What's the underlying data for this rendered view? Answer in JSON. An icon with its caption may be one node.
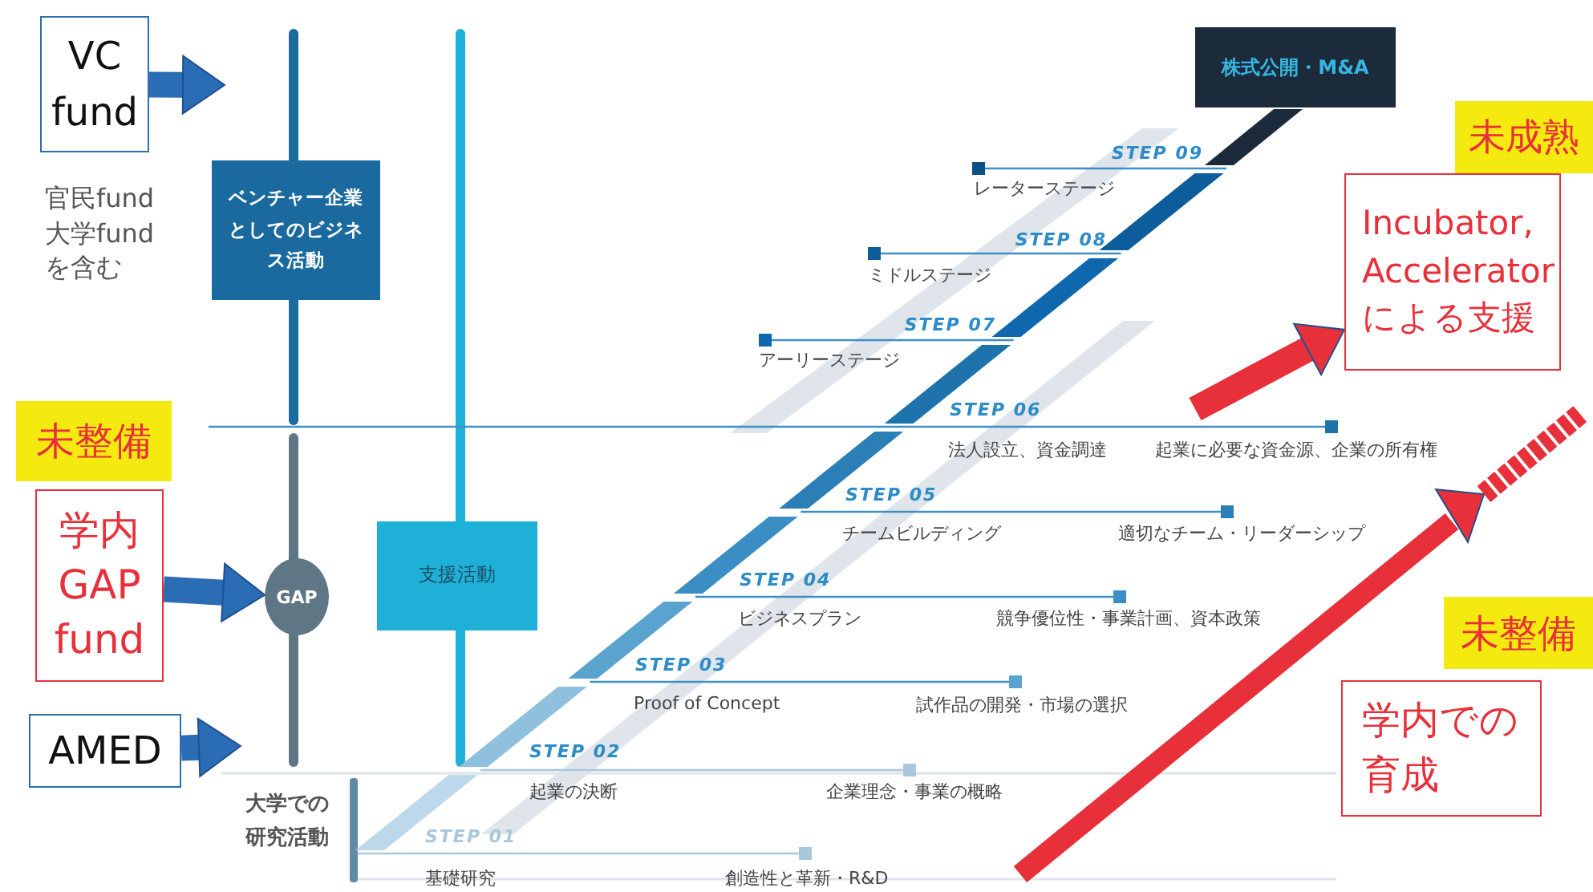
{
  "diagram": {
    "nodes": [
      {
        "text": [
          "VC fund"
        ]
      },
      {
        "text": [
          "ベンチャー企業としてのビジネス活動"
        ]
      },
      {
        "text": [
          "株式公開・M&A"
        ]
      },
      {
        "text": [
          "未成熟"
        ]
      },
      {
        "text": [
          "Incubator, Accelerator による支援"
        ]
      },
      {
        "text": [
          "未整備"
        ]
      },
      {
        "text": [
          "学内 GAP fund"
        ]
      },
      {
        "text": [
          "GAP"
        ]
      },
      {
        "text": [
          "支援活動"
        ]
      },
      {
        "text": [
          "未整備"
        ]
      },
      {
        "text": [
          "AMED"
        ]
      },
      {
        "text": [
          "学内での育成"
        ]
      }
    ],
    "edges": [
      {
        "from": 0,
        "to": null,
        "arrow": "to"
      },
      {
        "from": 6,
        "to": 7,
        "arrow": "to"
      },
      {
        "from": 10,
        "to": null,
        "arrow": "to"
      },
      {
        "from": null,
        "to": 4,
        "arrow": "to",
        "color": "#e8303a"
      }
    ],
    "labels": [
      "官民fund大学fundを含む",
      "STEP 09",
      "レーターステージ",
      "STEP 08",
      "ミドルステージ",
      "STEP 07",
      "アーリーステージ",
      "STEP 06",
      "法人設立、資金調達",
      "起業に必要な資金源、企業の所有権",
      "STEP 05",
      "チームビルディング",
      "適切なチーム・リーダーシップ",
      "STEP 04",
      "ビジネスプラン",
      "競争優位性・事業計画、資本政策",
      "STEP 03",
      "Proof of Concept",
      "試作品の開発・市場の選択",
      "STEP 02",
      "起業の決断",
      "企業理念・事業の概略",
      "大学での研究活動",
      "STEP 01",
      "基礎研究",
      "創造性と革新・R&D"
    ]
  }
}
